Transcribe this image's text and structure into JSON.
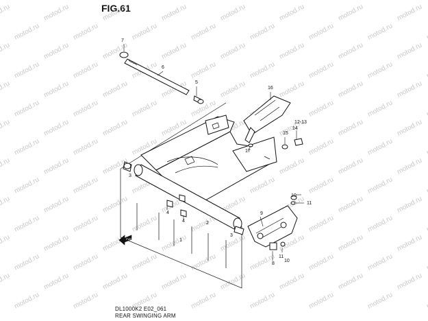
{
  "figure_title": "FIG.61",
  "caption": {
    "code": "DL1000K2 E02_061",
    "name": "REAR SWINGING ARM"
  },
  "watermark": "motod.ru",
  "callouts": [
    "1",
    "2",
    "3",
    "3",
    "4",
    "4",
    "5",
    "6",
    "7",
    "8",
    "9",
    "10",
    "10",
    "11",
    "11",
    "12-13",
    "14",
    "15",
    "16",
    "17"
  ],
  "direction_marker": "FWD"
}
